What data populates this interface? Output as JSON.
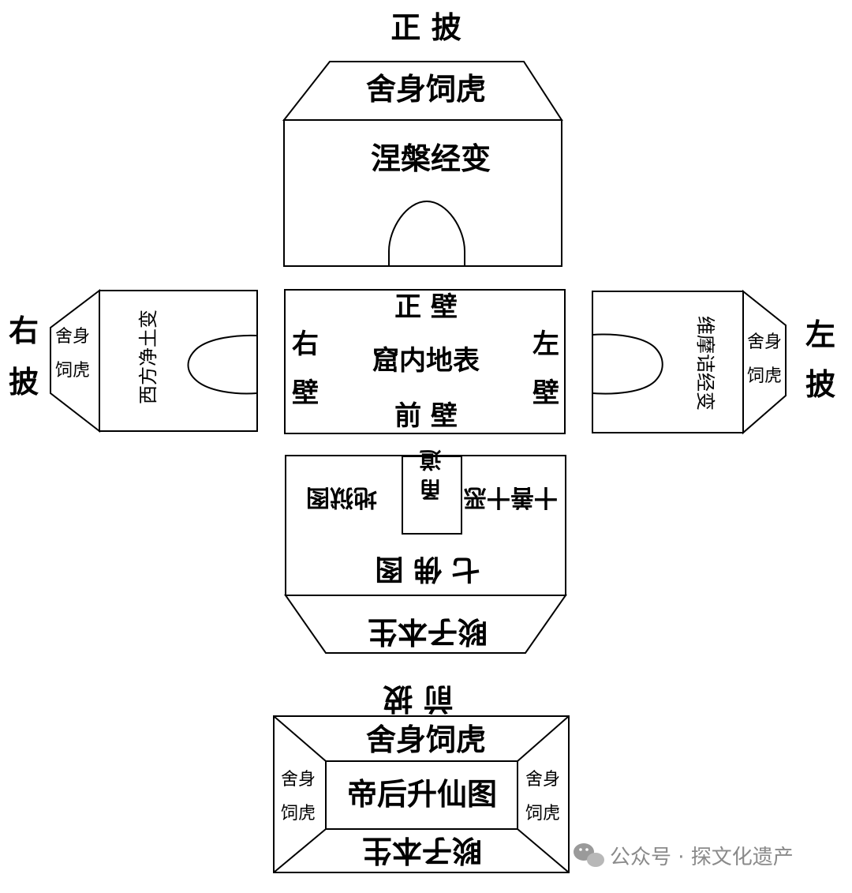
{
  "labels": {
    "front_slope_title": "正  披",
    "front_slope_panel": "舍身饲虎",
    "front_wall_panel": "涅槃经变",
    "right_slope_label": [
      "右",
      "披"
    ],
    "right_slope_small": [
      "舍身",
      "饲虎"
    ],
    "right_wall_panel": "西方净土变",
    "left_slope_label": [
      "左",
      "披"
    ],
    "left_slope_small": [
      "舍身",
      "饲虎"
    ],
    "left_wall_panel": "维摩诘经变",
    "center_top": "正 壁",
    "center_main": "窟内地表",
    "center_bottom": "前 壁",
    "center_right_wall": [
      "右",
      "壁"
    ],
    "center_left_wall": [
      "左",
      "壁"
    ],
    "back_wall_left": "十善十恶",
    "back_wall_door": "甬 道",
    "back_wall_right": "地狱图",
    "back_wall_main": "七 佛 图",
    "back_slope_panel": "睒子本生",
    "back_slope_title": "前  披",
    "ceiling_top": "舍身饲虎",
    "ceiling_center": "帝后升仙图",
    "ceiling_left": [
      "舍身",
      "饲虎"
    ],
    "ceiling_right": [
      "舍身",
      "饲虎"
    ],
    "ceiling_bottom": "睒子本生"
  },
  "watermark": "公众号 · 探文化遗产"
}
